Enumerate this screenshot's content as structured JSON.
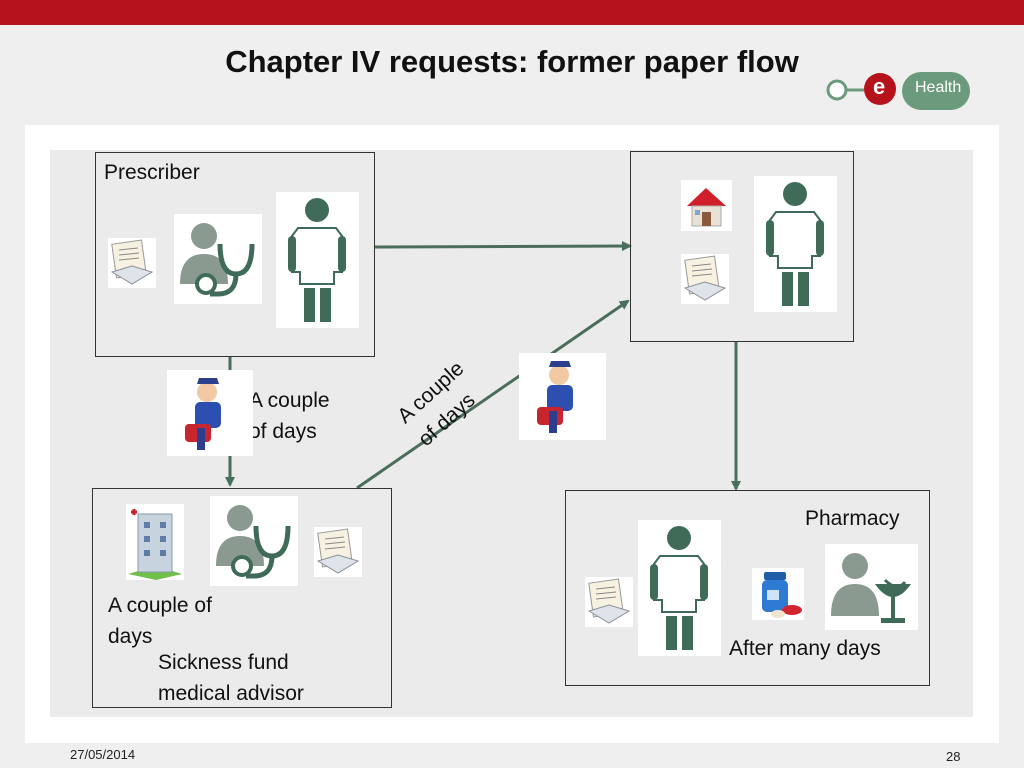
{
  "slide": {
    "title": "Chapter IV requests: former paper flow",
    "date": "27/05/2014",
    "page_number": "28"
  },
  "logo": {
    "letter": "e",
    "text": "Health"
  },
  "colors": {
    "brand_red": "#b5121b",
    "arrow": "#4a6e5a",
    "figure": "#3f6b58",
    "logo_green": "#6b9b7c"
  },
  "boxes": {
    "prescriber": {
      "label": "Prescriber"
    },
    "patient": {},
    "advisor": {
      "time_label": "A couple of days",
      "label": "Sickness fund medical advisor"
    },
    "pharmacy": {
      "label": "Pharmacy",
      "time_label": "After many days"
    }
  },
  "arrow_labels": {
    "prescriber_to_advisor": "A couple of days",
    "advisor_to_patient": "A couple of days"
  },
  "icons": [
    "document-icon",
    "doctor-icon",
    "patient-icon",
    "house-icon",
    "postman-icon",
    "hospital-icon",
    "pills-icon",
    "pharmacist-icon"
  ]
}
